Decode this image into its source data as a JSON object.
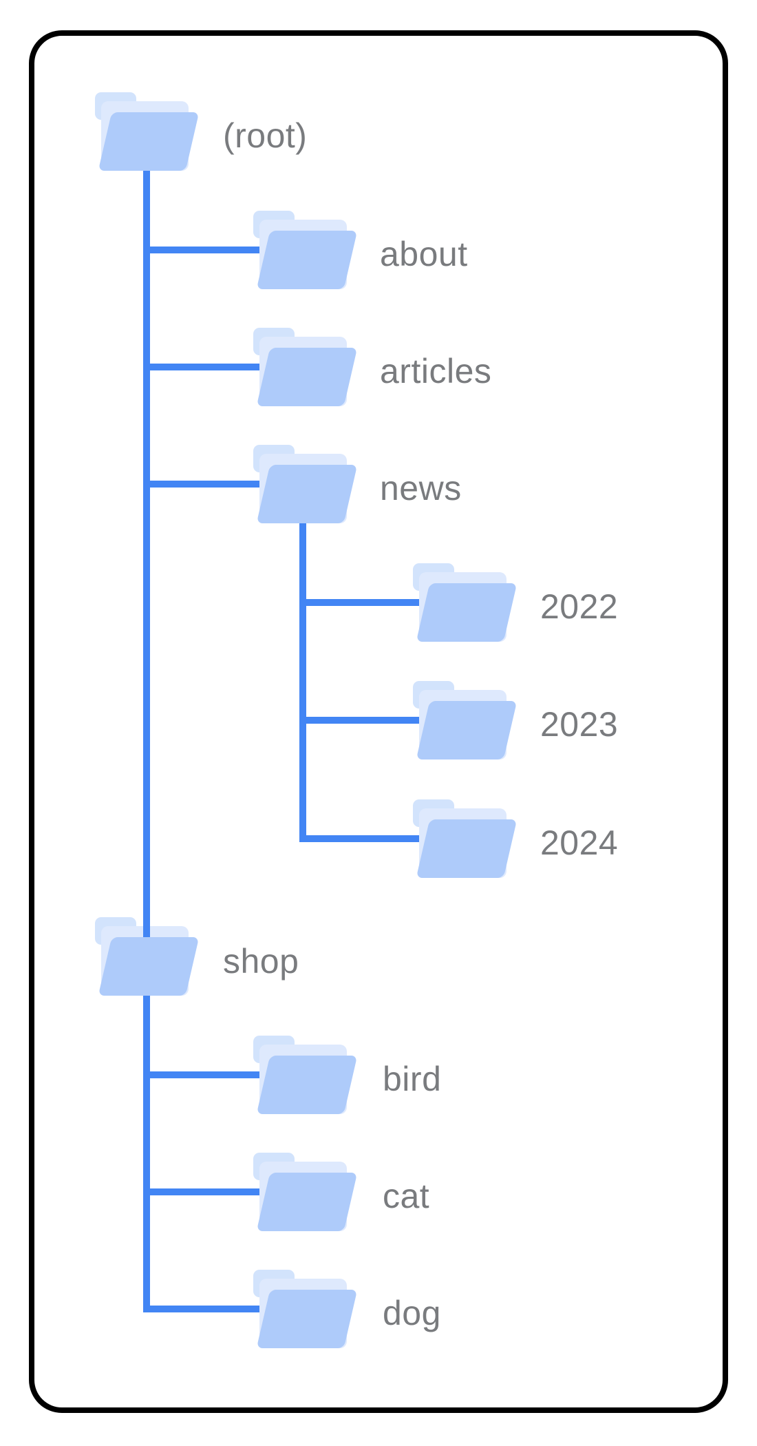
{
  "diagram": {
    "type": "site-structure-folder-tree",
    "nodes": [
      {
        "label": "(root)",
        "depth": 0,
        "parent": null
      },
      {
        "label": "about",
        "depth": 1,
        "parent": "(root)"
      },
      {
        "label": "articles",
        "depth": 1,
        "parent": "(root)"
      },
      {
        "label": "news",
        "depth": 1,
        "parent": "(root)"
      },
      {
        "label": "2022",
        "depth": 2,
        "parent": "news"
      },
      {
        "label": "2023",
        "depth": 2,
        "parent": "news"
      },
      {
        "label": "2024",
        "depth": 2,
        "parent": "news"
      },
      {
        "label": "shop",
        "depth": 1,
        "parent": "(root)"
      },
      {
        "label": "bird",
        "depth": 2,
        "parent": "shop"
      },
      {
        "label": "cat",
        "depth": 2,
        "parent": "shop"
      },
      {
        "label": "dog",
        "depth": 2,
        "parent": "shop"
      }
    ],
    "colors": {
      "connector_line": "#4285f4",
      "folder_front": "#aecbfa",
      "folder_tab": "#d2e3fc",
      "folder_sheet": "#dee9fd",
      "label_text": "#797b7e",
      "card_border": "#000000",
      "background": "#ffffff"
    }
  }
}
